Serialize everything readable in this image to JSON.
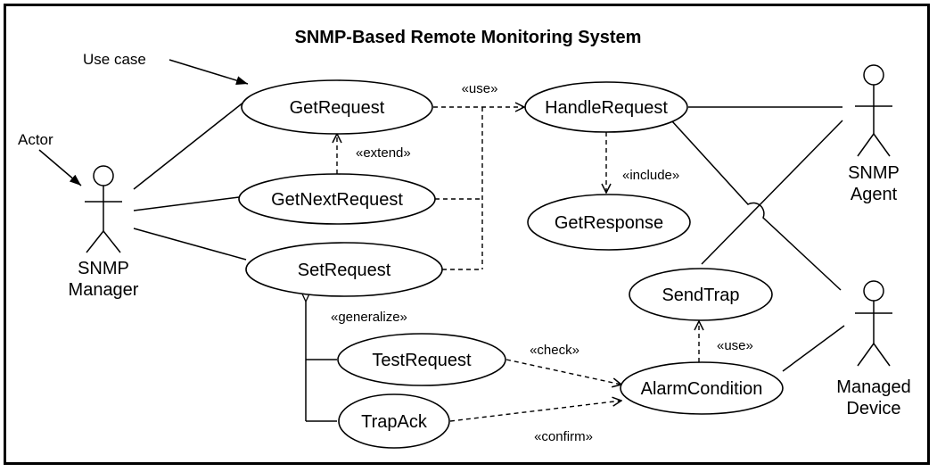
{
  "title": "SNMP-Based Remote Monitoring System",
  "notes": {
    "use_case": "Use case",
    "actor": "Actor"
  },
  "actors": {
    "manager": [
      "SNMP",
      "Manager"
    ],
    "agent": [
      "SNMP",
      "Agent"
    ],
    "device": [
      "Managed",
      "Device"
    ]
  },
  "use_cases": {
    "get_request": "GetRequest",
    "get_next_request": "GetNextRequest",
    "set_request": "SetRequest",
    "handle_request": "HandleRequest",
    "get_response": "GetResponse",
    "send_trap": "SendTrap",
    "test_request": "TestRequest",
    "trap_ack": "TrapAck",
    "alarm_condition": "AlarmCondition"
  },
  "stereotypes": {
    "use_top": "«use»",
    "extend": "«extend»",
    "include": "«include»",
    "generalize": "«generalize»",
    "check": "«check»",
    "use_trap": "«use»",
    "confirm": "«confirm»"
  }
}
